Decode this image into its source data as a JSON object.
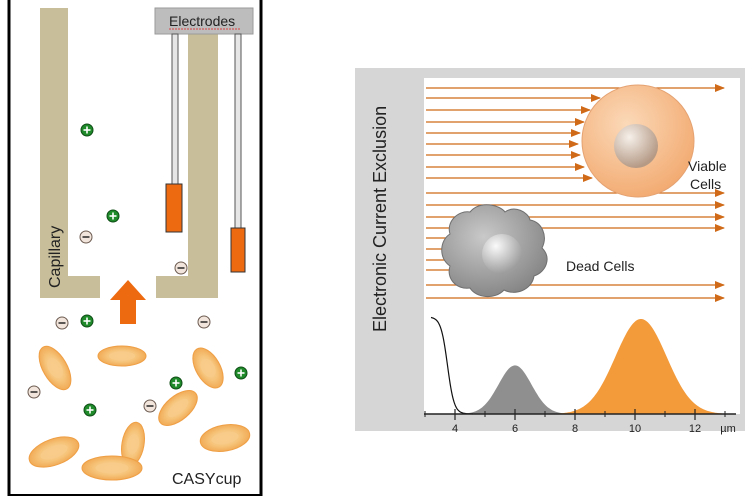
{
  "left_panel": {
    "electrodes_label": "Electrodes",
    "capillary_label": "Capillary",
    "cup_label": "CASYcup",
    "plus_glyph": "+",
    "minus_glyph": "−",
    "colors": {
      "capillary": "#c8bf9a",
      "electrode": "#ee6a10",
      "cell": "#f2b060",
      "plus": "#1e8a2a",
      "arrow": "#ee6a10"
    }
  },
  "right_panel": {
    "axis_title": "Electronic Current Exclusion",
    "viable_label_line1": "Viable",
    "viable_label_line2": "Cells",
    "dead_label": "Dead Cells",
    "colors": {
      "background": "#d6d6d6",
      "current_arrow": "#d06a18",
      "viable_cell": "#f3b383",
      "dead_cell": "#9a9a9a",
      "viable_peak": "#f39a3a",
      "dead_peak": "#8f8f8f"
    }
  },
  "chart_data": {
    "type": "area",
    "title": "",
    "xlabel": "",
    "ylabel": "",
    "x_ticks": [
      "4",
      "6",
      "8",
      "10",
      "12"
    ],
    "x_unit": "µm",
    "xlim": [
      3,
      13
    ],
    "series": [
      {
        "name": "Dead Cells",
        "center": 6,
        "width": 0.55,
        "height": 0.45
      },
      {
        "name": "Viable Cells",
        "center": 10.2,
        "width": 0.85,
        "height": 0.88
      }
    ],
    "debris_curve": {
      "start": 3.2,
      "height": 0.9
    }
  }
}
